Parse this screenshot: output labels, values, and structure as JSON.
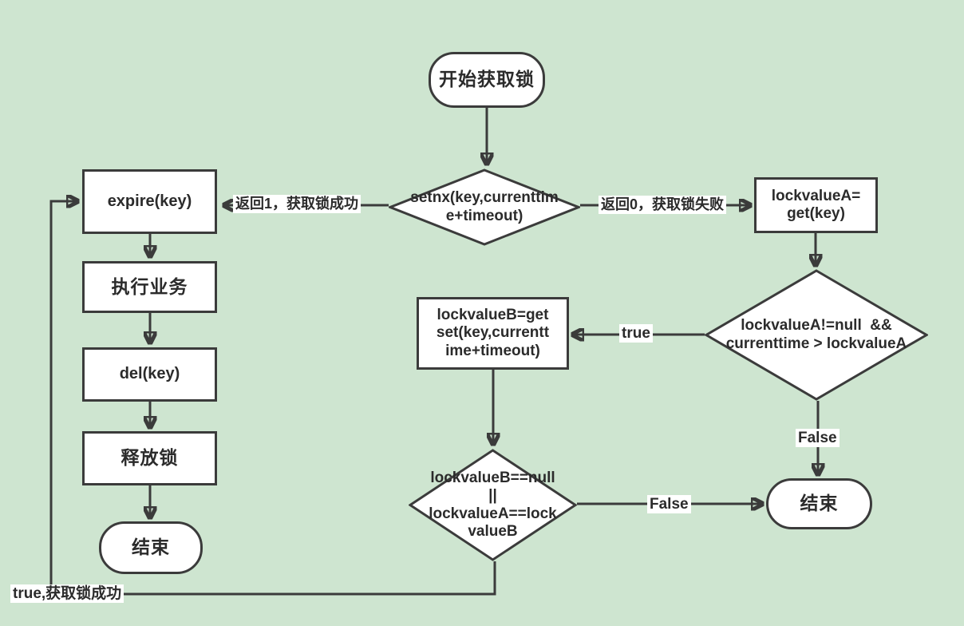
{
  "colors": {
    "background": "#cee5d0",
    "line": "#3b3b3b",
    "node_fill": "#ffffff",
    "node_border": "#3b3b3b",
    "text": "#2b2b2b",
    "edge_label_background": "#ffffff"
  },
  "nodes": {
    "start": {
      "label": "开始获取锁"
    },
    "setnx_decision": {
      "label": "setnx(key,currenttim\ne+timeout)"
    },
    "expire": {
      "label": "expire(key)"
    },
    "execute_business": {
      "label": "执行业务"
    },
    "del_key": {
      "label": "del(key)"
    },
    "release_lock": {
      "label": "释放锁"
    },
    "end_left": {
      "label": "结束"
    },
    "get_lockvalue_a": {
      "label": "lockvalueA=\nget(key)"
    },
    "expired_decision": {
      "label": "lockvalueA!=null  &&\ncurrenttime > lockvalueA"
    },
    "getset": {
      "label": "lockvalueB=get\nset(key,currentt\nime+timeout)"
    },
    "recheck_decision": {
      "label": "lockvalueB==null\n||\nlockvalueA==lock\nvalueB"
    },
    "end_right": {
      "label": "结束"
    }
  },
  "edge_labels": {
    "acquired_success": "返回1，获取锁成功",
    "acquired_fail": "返回0，获取锁失败",
    "true_to_getset": "true",
    "false_to_end_right": "False",
    "false_down_to_end": "False",
    "true_loop_back": "true,获取锁成功"
  }
}
